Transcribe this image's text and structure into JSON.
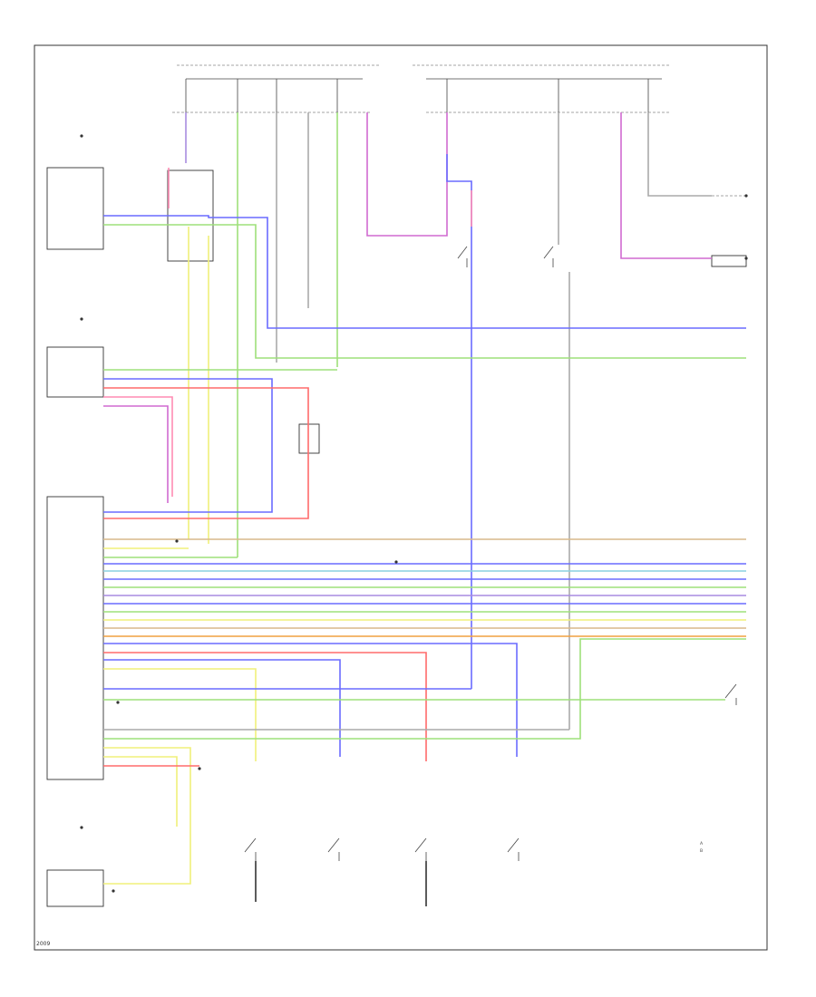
{
  "diagram": {
    "footer": "2009",
    "colors": {
      "yellow": "#f0f07a",
      "blue": "#6a6cff",
      "green": "#9ee07a",
      "red": "#ff6b6b",
      "magenta": "#d06ad0",
      "purple": "#a88ce0",
      "pink": "#ff8cb4",
      "tan": "#d9b98a",
      "gray": "#aaaaaa",
      "cyan": "#8ad0e0",
      "orange": "#f0a040",
      "black": "#333333"
    },
    "legend": {
      "items": [
        "A",
        "B"
      ]
    }
  }
}
